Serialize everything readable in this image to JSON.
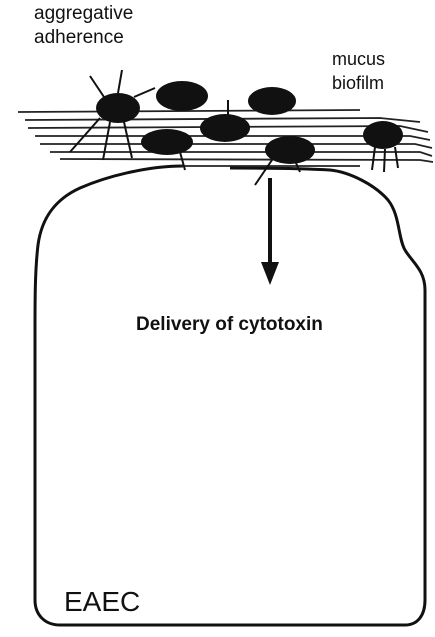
{
  "labels": {
    "aggregative_line1": "aggregative",
    "aggregative_line2": "adherence",
    "mucus_line1": "mucus",
    "mucus_line2": "biofilm",
    "delivery": "Delivery of cytotoxin",
    "cell": "EAEC"
  },
  "colors": {
    "ink": "#111111",
    "background": "#ffffff"
  }
}
